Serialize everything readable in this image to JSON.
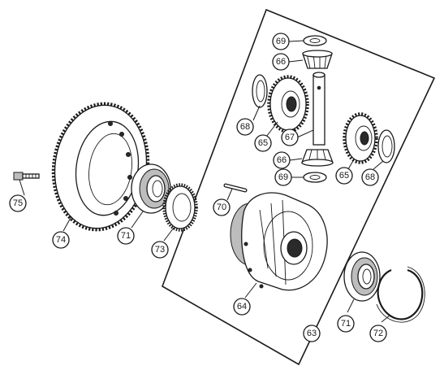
{
  "callouts": [
    {
      "id": "c69a",
      "label": "69"
    },
    {
      "id": "c66a",
      "label": "66"
    },
    {
      "id": "c68a",
      "label": "68"
    },
    {
      "id": "c65a",
      "label": "65"
    },
    {
      "id": "c67",
      "label": "67"
    },
    {
      "id": "c66b",
      "label": "66"
    },
    {
      "id": "c69b",
      "label": "69"
    },
    {
      "id": "c65b",
      "label": "65"
    },
    {
      "id": "c68b",
      "label": "68"
    },
    {
      "id": "c75",
      "label": "75"
    },
    {
      "id": "c74",
      "label": "74"
    },
    {
      "id": "c71a",
      "label": "71"
    },
    {
      "id": "c73",
      "label": "73"
    },
    {
      "id": "c70",
      "label": "70"
    },
    {
      "id": "c64",
      "label": "64"
    },
    {
      "id": "c71b",
      "label": "71"
    },
    {
      "id": "c72",
      "label": "72"
    },
    {
      "id": "c63",
      "label": "63"
    }
  ]
}
